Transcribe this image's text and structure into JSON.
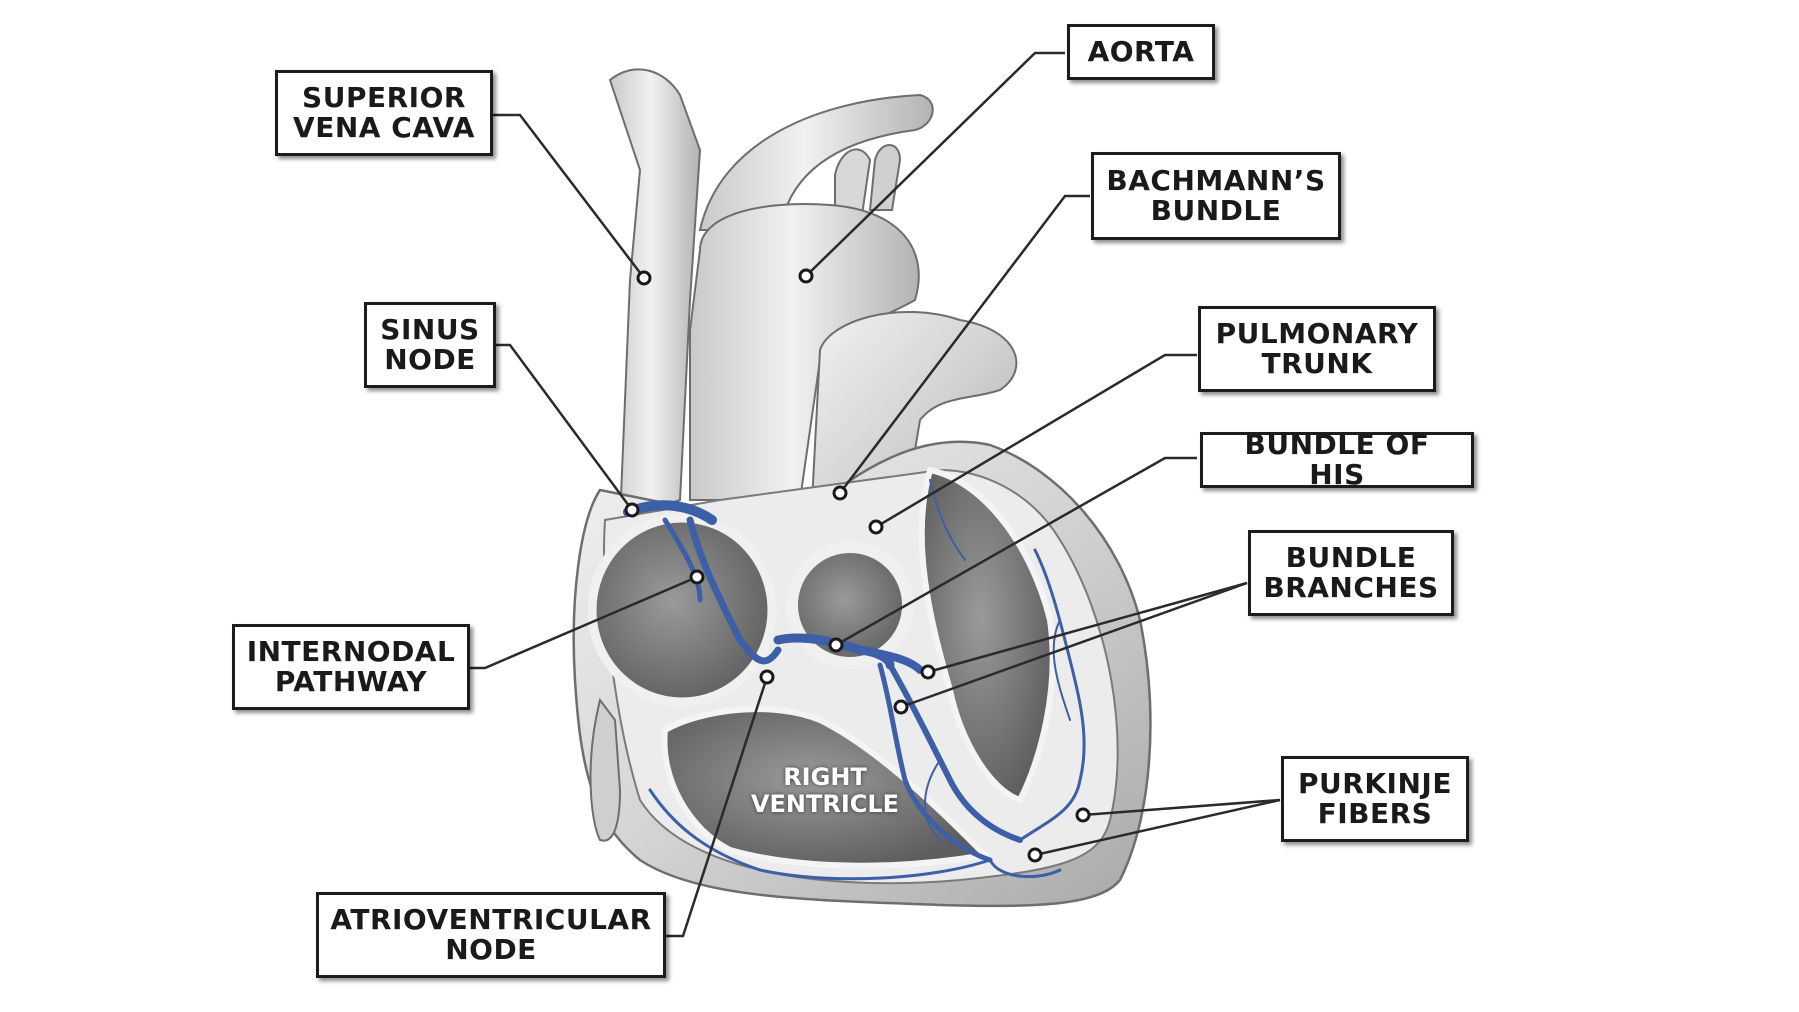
{
  "colors": {
    "conduction": "#3d5fa8",
    "leader": "#2a2a2a",
    "tissue_light": "#e8e8e8",
    "tissue_mid": "#bfbfbf",
    "tissue_dark": "#8a8a8a"
  },
  "labels": {
    "superior_vena_cava": "SUPERIOR\nVENA CAVA",
    "aorta": "AORTA",
    "bachmanns_bundle": "BACHMANN’S\nBUNDLE",
    "sinus_node": "SINUS\nNODE",
    "pulmonary_trunk": "PULMONARY\nTRUNK",
    "bundle_of_his": "BUNDLE OF HIS",
    "bundle_branches": "BUNDLE\nBRANCHES",
    "internodal_pathway": "INTERNODAL\nPATHWAY",
    "purkinje_fibers": "PURKINJE\nFIBERS",
    "atrioventricular_node": "ATRIOVENTRICULAR\nNODE",
    "right_ventricle": "RIGHT\nVENTRICLE"
  }
}
